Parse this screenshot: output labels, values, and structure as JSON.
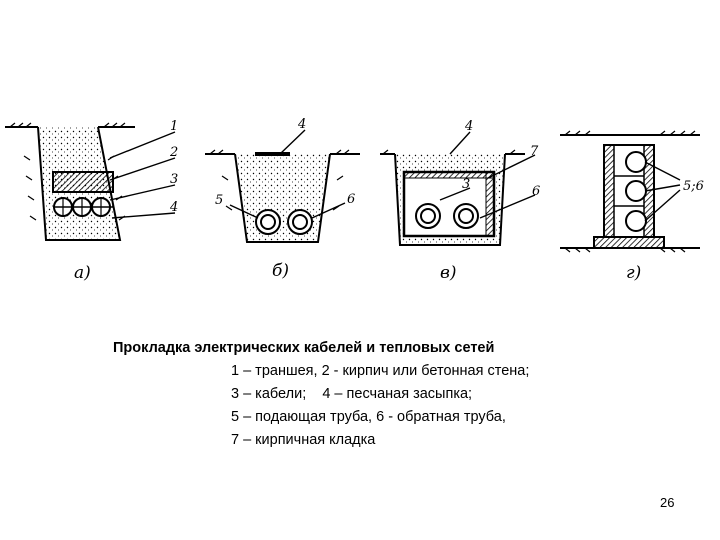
{
  "figure": {
    "panels": [
      {
        "id": "a",
        "label": "а)",
        "callouts": [
          "1",
          "2",
          "3",
          "4"
        ]
      },
      {
        "id": "b",
        "label": "б)",
        "callouts": [
          "4",
          "5",
          "6"
        ]
      },
      {
        "id": "v",
        "label": "в)",
        "callouts": [
          "4",
          "7",
          "3",
          "6"
        ]
      },
      {
        "id": "g",
        "label": "г)",
        "callouts": [
          "5;6"
        ]
      }
    ]
  },
  "caption": {
    "title": "Прокладка электрических кабелей и тепловых сетей",
    "lines": [
      "1 – траншея, 2 - кирпич или бетонная стена;",
      "3 – кабели;    4 – песчаная засыпка;",
      "5 – подающая труба, 6 - обратная труба,",
      "7 – кирпичная кладка"
    ]
  },
  "page_number": "26"
}
